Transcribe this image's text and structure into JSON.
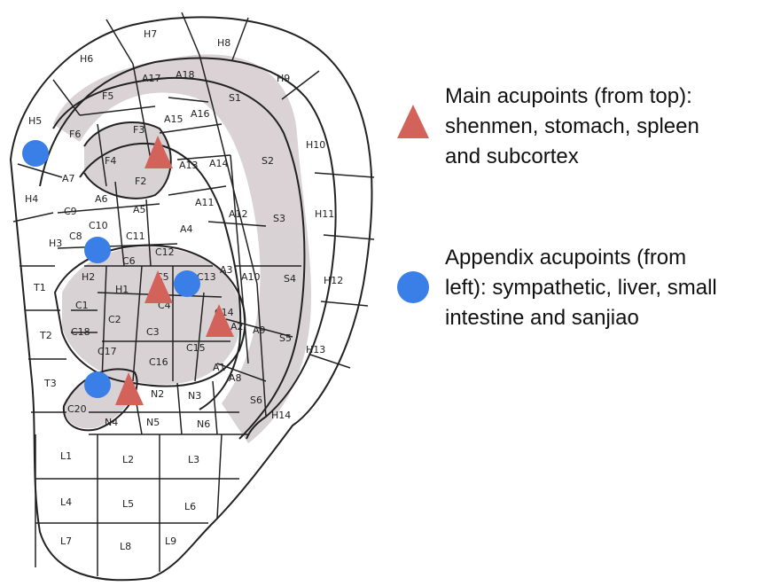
{
  "colors": {
    "triangle": "#d2625a",
    "circle": "#3a7ee8",
    "shading": "#cdc3c6",
    "outline": "#222222"
  },
  "labels": {
    "H1": "H1",
    "H2": "H2",
    "H3": "H3",
    "H4": "H4",
    "H5": "H5",
    "H6": "H6",
    "H7": "H7",
    "H8": "H8",
    "H9": "H9",
    "H10": "H10",
    "H11": "H11",
    "H12": "H12",
    "H13": "H13",
    "H14": "H14",
    "F2": "F2",
    "F3": "F3",
    "F4": "F4",
    "F5": "F5",
    "F6": "F6",
    "A1": "A1",
    "A2": "A2",
    "A3": "A3",
    "A4": "A4",
    "A5": "A5",
    "A6": "A6",
    "A7": "A7",
    "A8": "A8",
    "A9": "A9",
    "A10": "A10",
    "A11": "A11",
    "A12": "A12",
    "A13": "A13",
    "A14": "A14",
    "A15": "A15",
    "A16": "A16",
    "A17": "A17",
    "A18": "A18",
    "S1": "S1",
    "S2": "S2",
    "S3": "S3",
    "S4": "S4",
    "S5": "S5",
    "S6": "S6",
    "C1": "C1",
    "C2": "C2",
    "C3": "C3",
    "C4": "C4",
    "C5": "C5",
    "C6": "C6",
    "C8": "C8",
    "C9": "C9",
    "C10": "C10",
    "C11": "C11",
    "C12": "C12",
    "C13": "C13",
    "C14": "C14",
    "C15": "C15",
    "C16": "C16",
    "C17": "C17",
    "C18": "C18",
    "C20": "C20",
    "T1": "T1",
    "T2": "T2",
    "T3": "T3",
    "N2": "N2",
    "N3": "N3",
    "N4": "N4",
    "N5": "N5",
    "N6": "N6",
    "L1": "L1",
    "L2": "L2",
    "L3": "L3",
    "L4": "L4",
    "L5": "L5",
    "L6": "L6",
    "L7": "L7",
    "L8": "L8",
    "L9": "L9"
  },
  "legend": {
    "main": {
      "line1": "Main acupoints (from top):",
      "line2": "shenmen, stomach, spleen",
      "line3": "and subcortex",
      "icon": "triangle-icon"
    },
    "appendix": {
      "line1": "Appendix acupoints (from",
      "line2": "left): sympathetic, liver, small",
      "line3": "intestine and sanjiao",
      "icon": "circle-icon"
    }
  }
}
